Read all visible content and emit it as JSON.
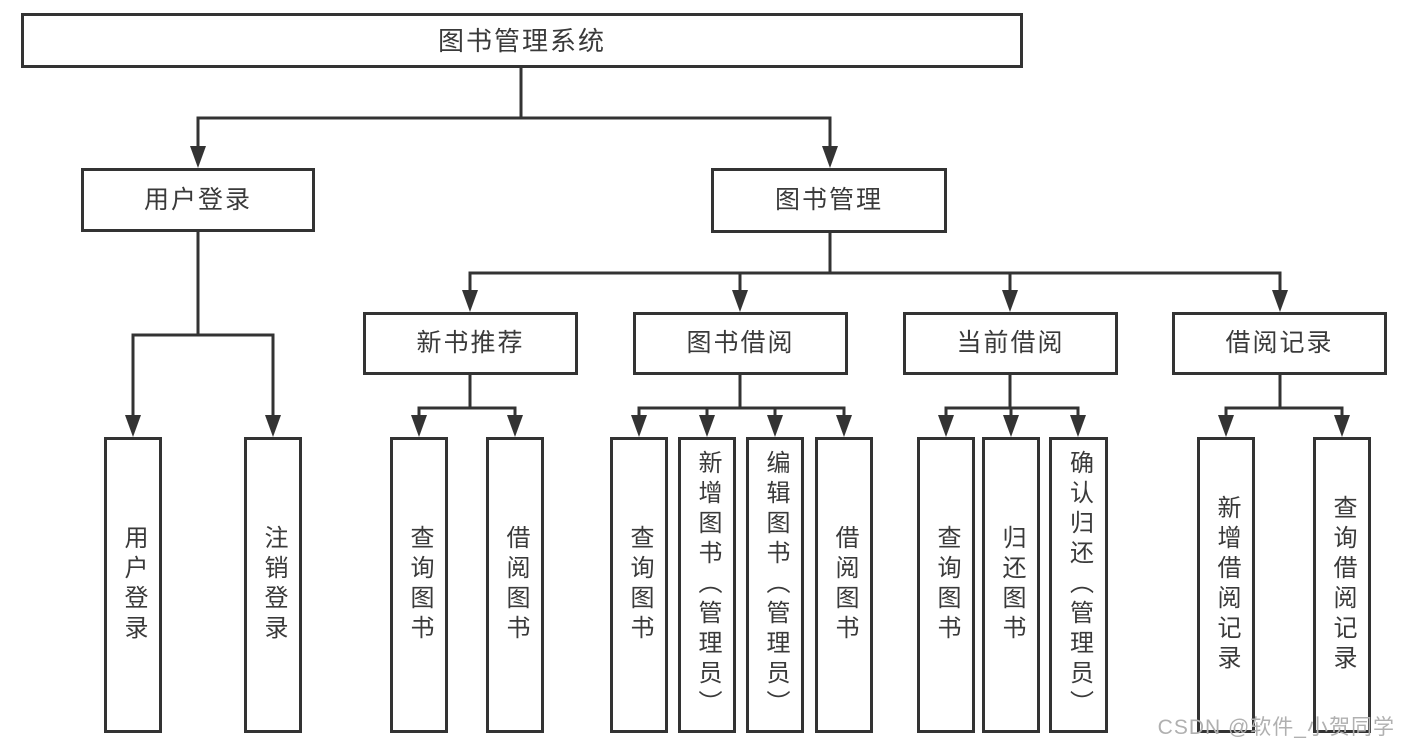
{
  "colors": {
    "line": "#333333",
    "text": "#3a3a3a",
    "watermark": "#b0b0b0",
    "background": "#ffffff"
  },
  "watermark": "CSDN @软件_小贺同学",
  "tree": {
    "label": "图书管理系统",
    "children": [
      {
        "label": "用户登录",
        "children": [
          {
            "label": "用户登录"
          },
          {
            "label": "注销登录"
          }
        ]
      },
      {
        "label": "图书管理",
        "children": [
          {
            "label": "新书推荐",
            "children": [
              {
                "label": "查询图书"
              },
              {
                "label": "借阅图书"
              }
            ]
          },
          {
            "label": "图书借阅",
            "children": [
              {
                "label": "查询图书"
              },
              {
                "label": "新增图书（管理员）"
              },
              {
                "label": "编辑图书（管理员）"
              },
              {
                "label": "借阅图书"
              }
            ]
          },
          {
            "label": "当前借阅",
            "children": [
              {
                "label": "查询图书"
              },
              {
                "label": "归还图书"
              },
              {
                "label": "确认归还（管理员）"
              }
            ]
          },
          {
            "label": "借阅记录",
            "children": [
              {
                "label": "新增借阅记录"
              },
              {
                "label": "查询借阅记录"
              }
            ]
          }
        ]
      }
    ]
  }
}
